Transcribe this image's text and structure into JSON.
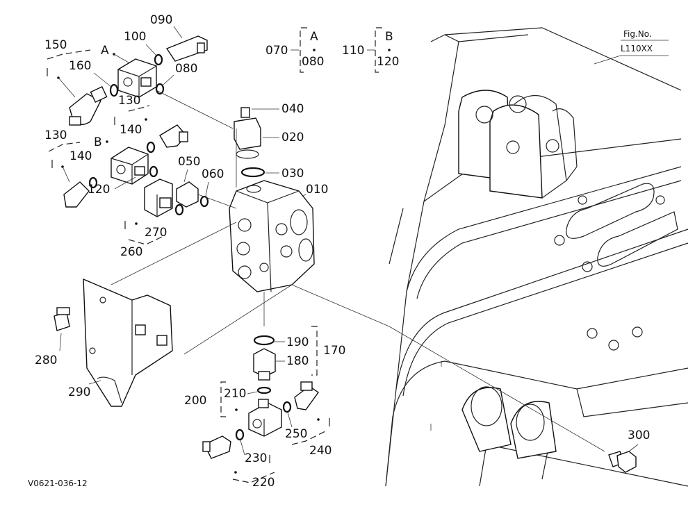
{
  "figure": {
    "fig_no_label": "Fig.No.",
    "fig_no_value": "L110XX",
    "drawing_code": "V0621-036-12"
  },
  "parts": {
    "p010": "010",
    "p020": "020",
    "p030": "030",
    "p040": "040",
    "p050": "050",
    "p060": "060",
    "p070": "070",
    "p080a": "080",
    "p080b": "080",
    "p090": "090",
    "p100": "100",
    "p110": "110",
    "p120a": "120",
    "p120b": "120",
    "p130a": "130",
    "p130b": "130",
    "p140a": "140",
    "p140b": "140",
    "p150": "150",
    "p160": "160",
    "p170": "170",
    "p180": "180",
    "p190": "190",
    "p200": "200",
    "p210": "210",
    "p220": "220",
    "p230": "230",
    "p240": "240",
    "p250": "250",
    "p260": "260",
    "p270": "270",
    "p280": "280",
    "p290": "290",
    "p300": "300"
  },
  "variants": {
    "a_marker": "A",
    "a_marker2": "A",
    "b_marker": "B",
    "b_marker2": "B"
  }
}
